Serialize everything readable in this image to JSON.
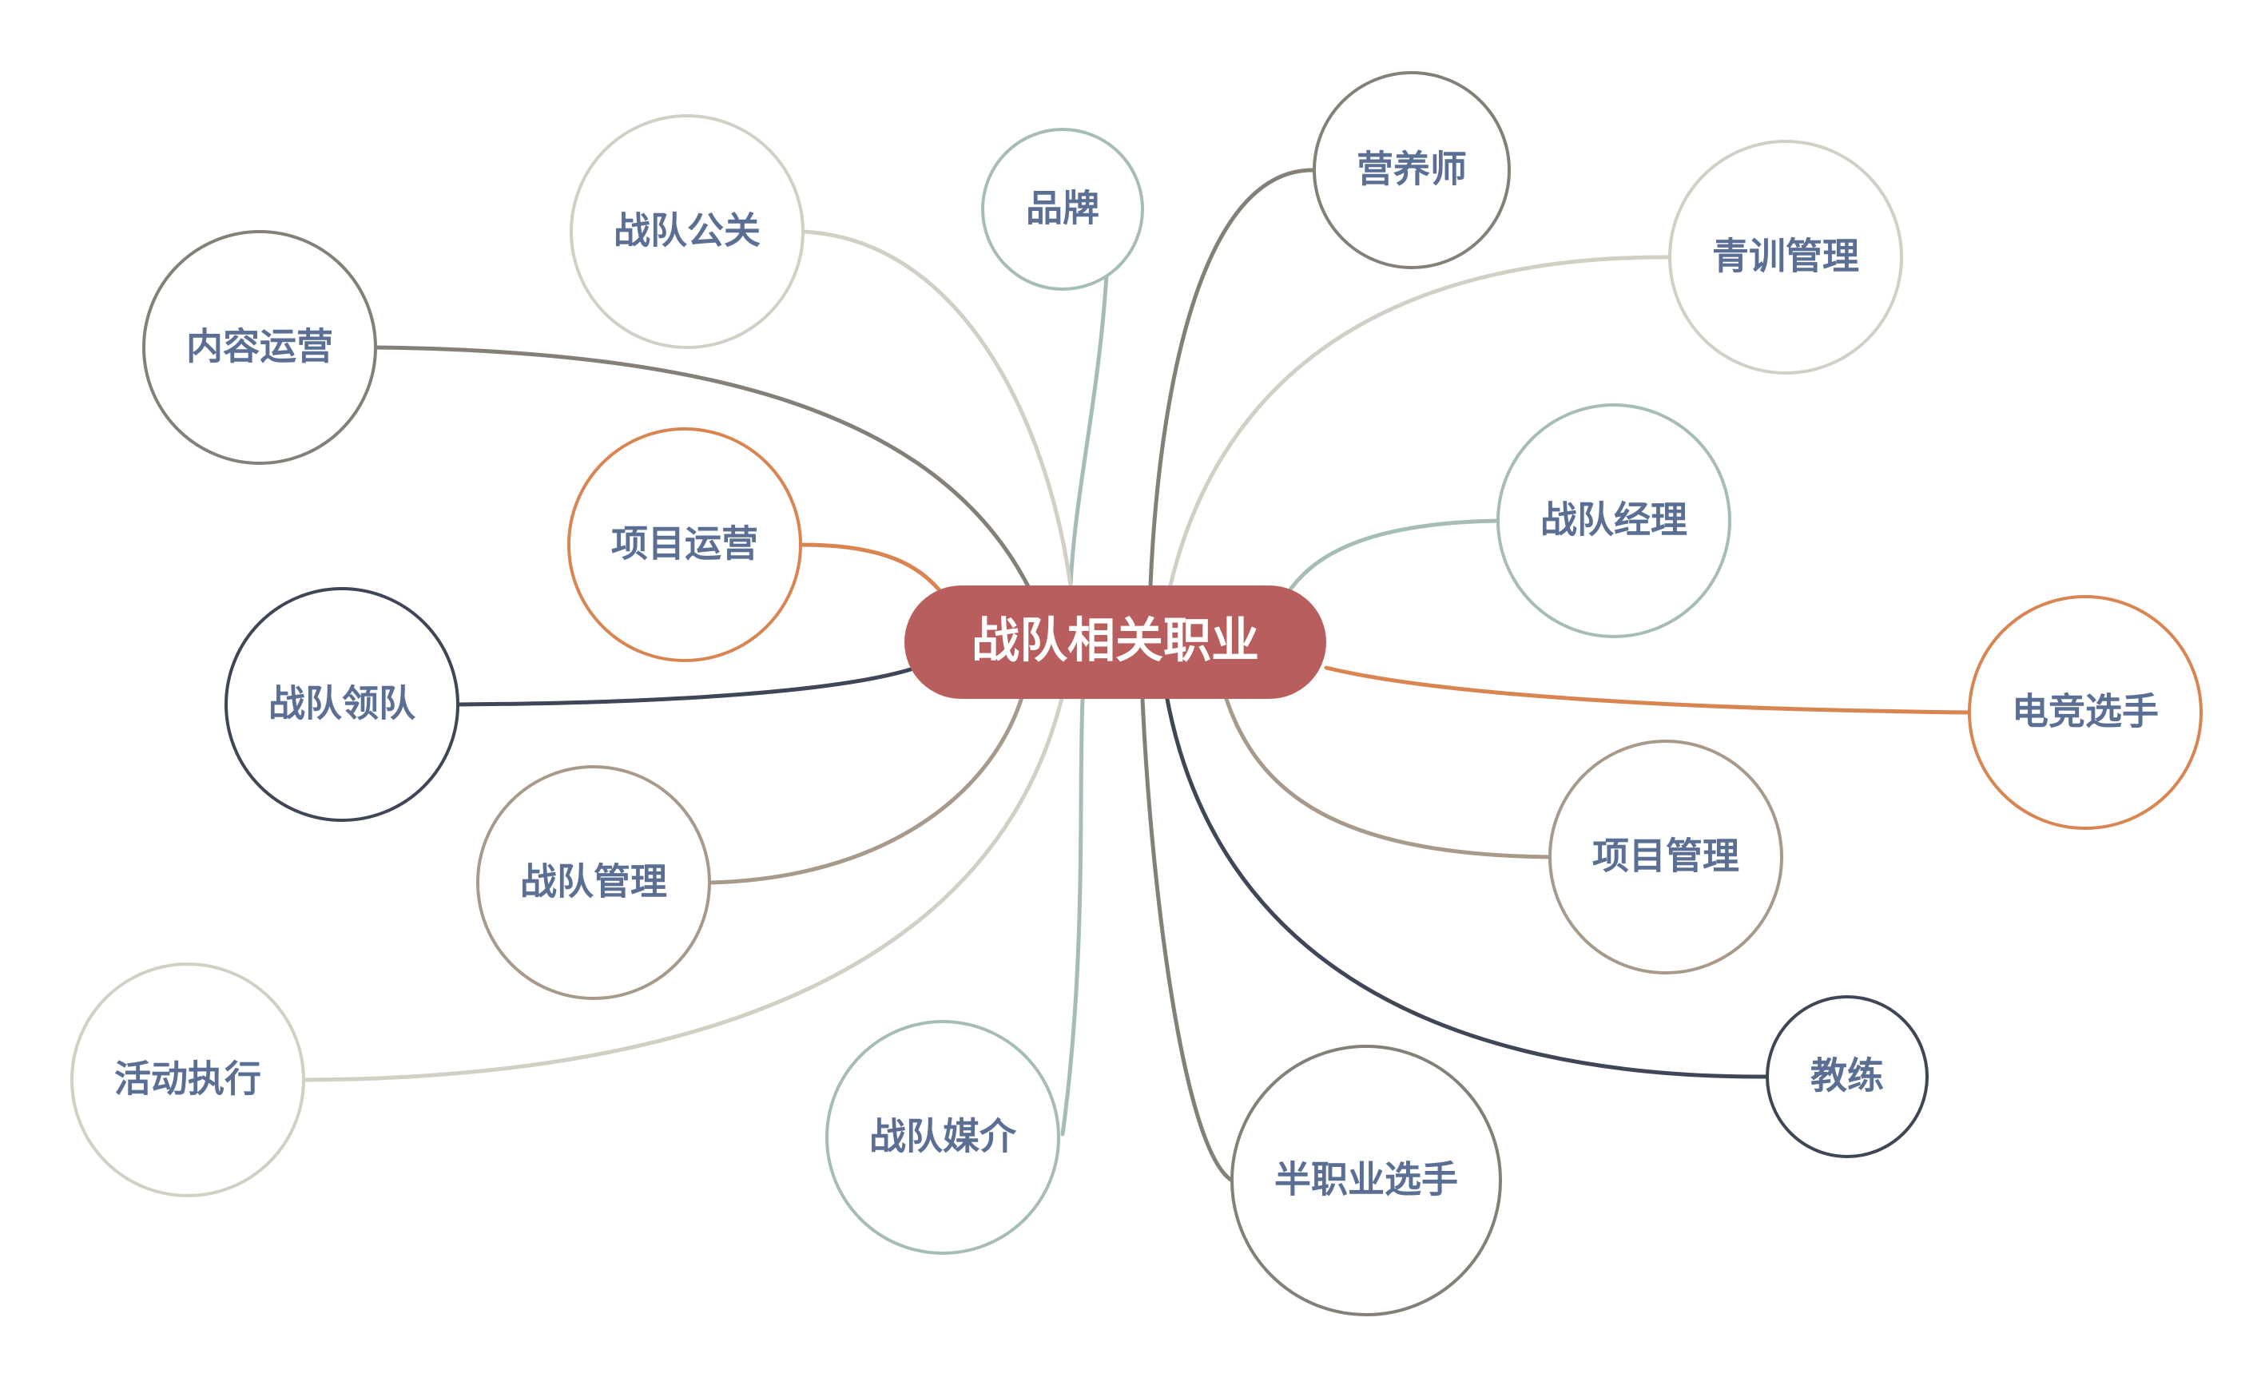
{
  "diagram": {
    "center": {
      "label": "战队相关职业",
      "color": "#b85e5e"
    },
    "nodes": [
      {
        "id": "brand",
        "label": "品牌",
        "color": "#a5bdb6"
      },
      {
        "id": "team-pr",
        "label": "战队公关",
        "color": "#d2cfc5"
      },
      {
        "id": "content-ops",
        "label": "内容运营",
        "color": "#848078"
      },
      {
        "id": "project-ops",
        "label": "项目运营",
        "color": "#d98552"
      },
      {
        "id": "team-leader",
        "label": "战队领队",
        "color": "#3f4656"
      },
      {
        "id": "team-management",
        "label": "战队管理",
        "color": "#a89a8a"
      },
      {
        "id": "event-execution",
        "label": "活动执行",
        "color": "#d2cfc5"
      },
      {
        "id": "team-media",
        "label": "战队媒介",
        "color": "#a5bdb6"
      },
      {
        "id": "semi-pro-player",
        "label": "半职业选手",
        "color": "#848078"
      },
      {
        "id": "coach",
        "label": "教练",
        "color": "#3f4656"
      },
      {
        "id": "project-management",
        "label": "项目管理",
        "color": "#a89a8a"
      },
      {
        "id": "esports-player",
        "label": "电竞选手",
        "color": "#d98552"
      },
      {
        "id": "team-manager",
        "label": "战队经理",
        "color": "#a5bdb6"
      },
      {
        "id": "youth-training",
        "label": "青训管理",
        "color": "#d2cfc5"
      },
      {
        "id": "nutritionist",
        "label": "营养师",
        "color": "#848078"
      }
    ]
  }
}
